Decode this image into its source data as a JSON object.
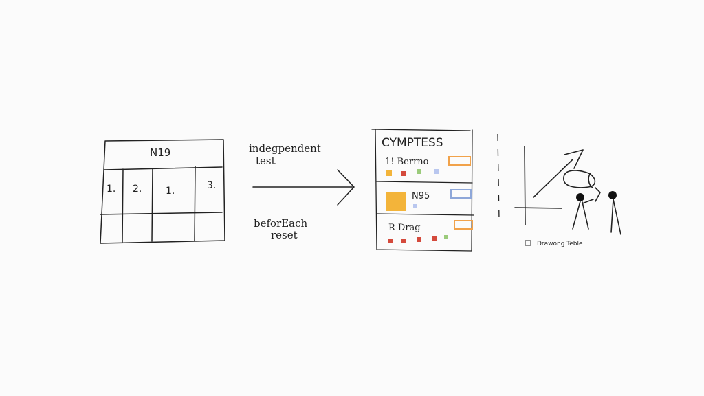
{
  "grid": {
    "title": "N19",
    "cells": [
      "1.",
      "2.",
      "1.",
      "3."
    ]
  },
  "labels": {
    "top": [
      "indegpendent",
      "test"
    ],
    "bottom": [
      "beforEach",
      "reset"
    ]
  },
  "panel": {
    "title": "CYMPTESS",
    "rows": [
      {
        "label": "1! Berrno"
      },
      {
        "label": "N95"
      },
      {
        "label": "R Drag"
      }
    ]
  },
  "chart": {
    "caption": "Drawong Teble"
  },
  "colors": {
    "ink": "#222222",
    "yellow": "#f3b43a",
    "orange": "#f1a24a",
    "green": "#9bcb7b",
    "blue": "#8ea7d9",
    "red": "#d44a3c",
    "light_blue": "#b9c7ef"
  }
}
